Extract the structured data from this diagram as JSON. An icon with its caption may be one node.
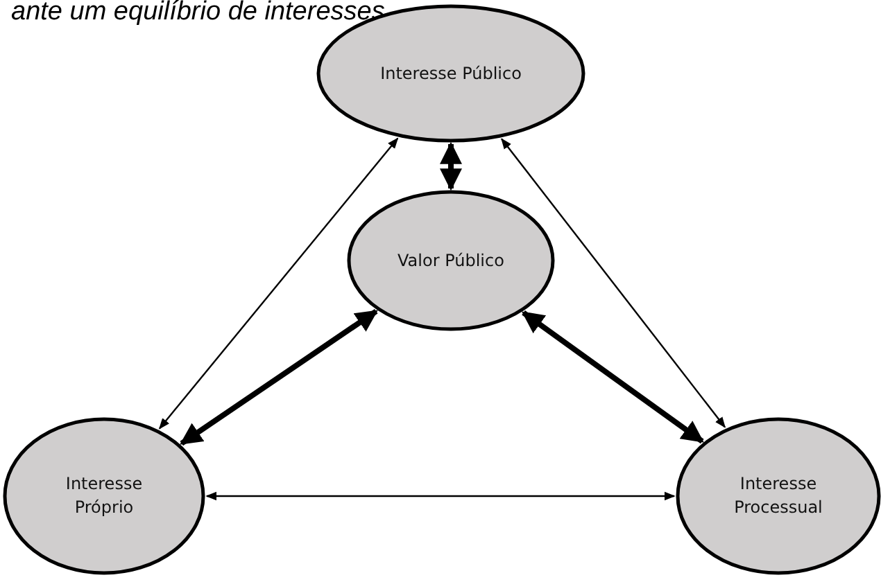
{
  "diagram": {
    "title": "ante um equilíbrio de interesses",
    "nodes": [
      {
        "text": [
          "Interesse Público"
        ]
      },
      {
        "text": [
          "Valor Público"
        ]
      },
      {
        "text": [
          "Interesse Próprio"
        ]
      },
      {
        "text": [
          "Interesse Processual"
        ]
      }
    ],
    "edges": [
      {
        "from": 1,
        "to": 0,
        "arrow": "both",
        "style": "thick"
      },
      {
        "from": 1,
        "to": 2,
        "arrow": "both",
        "style": "thick"
      },
      {
        "from": 1,
        "to": 3,
        "arrow": "both",
        "style": "thick"
      },
      {
        "from": 0,
        "to": 2,
        "arrow": "both"
      },
      {
        "from": 0,
        "to": 3,
        "arrow": "both"
      },
      {
        "from": 2,
        "to": 3,
        "arrow": "both"
      }
    ]
  }
}
